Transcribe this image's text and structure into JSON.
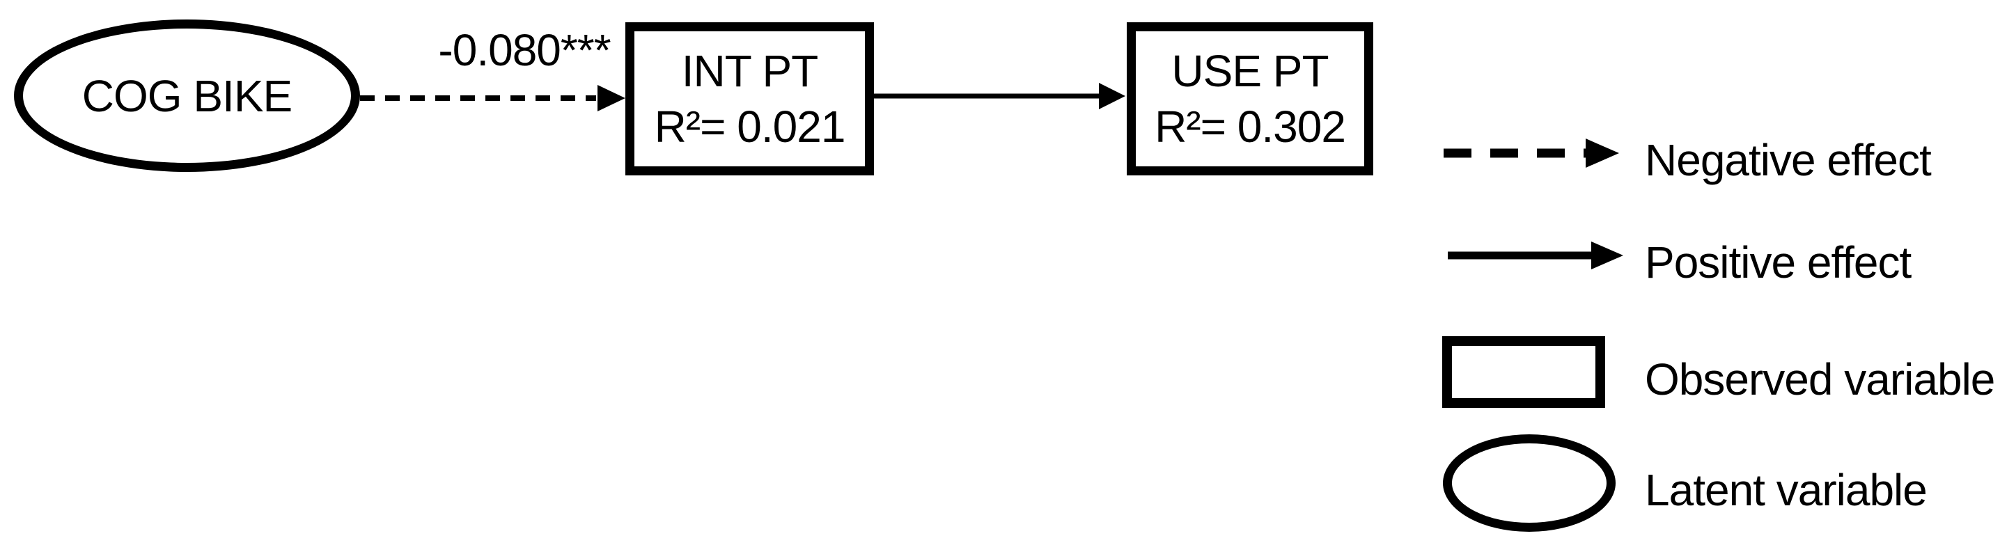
{
  "figure": {
    "kind": "structural-equation-model-path-diagram",
    "background_color": "#ffffff",
    "ink_color": "#000000"
  },
  "diagram": {
    "nodes": [
      {
        "id": "cog-bike",
        "label": "COG BIKE",
        "shape": "ellipse",
        "role": "latent variable"
      },
      {
        "id": "int-pt",
        "label": "INT PT",
        "r2": "R²= 0.021",
        "shape": "rectangle",
        "role": "observed variable"
      },
      {
        "id": "use-pt",
        "label": "USE PT",
        "r2": "R²= 0.302",
        "shape": "rectangle",
        "role": "observed variable"
      }
    ],
    "edges": [
      {
        "from": "COG BIKE",
        "to": "INT PT",
        "label": "-0.080***",
        "style": "dashed",
        "effect": "negative"
      },
      {
        "from": "INT PT",
        "to": "USE PT",
        "label": "",
        "style": "solid",
        "effect": "positive"
      }
    ]
  },
  "legend": {
    "items": [
      {
        "icon": "dashed-arrow-icon",
        "label": "Negative effect"
      },
      {
        "icon": "solid-arrow-icon",
        "label": "Positive effect"
      },
      {
        "icon": "rectangle-icon",
        "label": "Observed variable"
      },
      {
        "icon": "ellipse-icon",
        "label": "Latent variable"
      }
    ]
  }
}
